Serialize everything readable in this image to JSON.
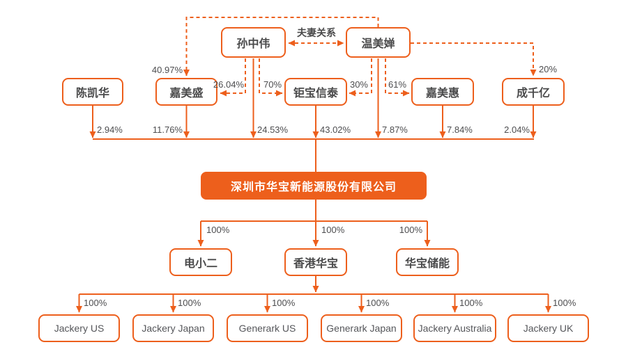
{
  "colors": {
    "accent": "#ED5F1C",
    "node_text": "#4A4A4B",
    "label_text": "#4D4D4F",
    "parent_text": "#FFFFFF"
  },
  "relationship": {
    "label": "夫妻关系"
  },
  "nodes": {
    "sun": "孙中伟",
    "wen": "温美婵",
    "chen": "陈凯华",
    "jiameisheng": "嘉美盛",
    "jubao": "钜宝信泰",
    "jiameihui": "嘉美惠",
    "chengqianyi": "成千亿",
    "parent": "深圳市华宝新能源股份有限公司",
    "dianxiaoer": "电小二",
    "hongkong": "香港华宝",
    "chuneng": "华宝储能",
    "jackery_us": "Jackery US",
    "jackery_japan": "Jackery Japan",
    "generark_us": "Generark US",
    "generark_japan": "Generark Japan",
    "jackery_australia": "Jackery Australia",
    "jackery_uk": "Jackery UK"
  },
  "ownership": {
    "wen_jiameisheng": "40.97%",
    "sun_jiameisheng": "26.04%",
    "sun_jubao": "70%",
    "wen_jubao": "30%",
    "wen_jiameihui": "61%",
    "wen_chengqianyi": "20%",
    "chen_parent": "2.94%",
    "jiameisheng_parent": "11.76%",
    "sun_parent": "24.53%",
    "jubao_parent": "43.02%",
    "wen_parent": "7.87%",
    "jiameihui_parent": "7.84%",
    "chengqianyi_parent": "2.04%",
    "parent_dianxiaoer": "100%",
    "parent_hongkong": "100%",
    "parent_chuneng": "100%",
    "hk_jackery_us": "100%",
    "hk_jackery_japan": "100%",
    "hk_generark_us": "100%",
    "hk_generark_japan": "100%",
    "hk_jackery_australia": "100%",
    "hk_jackery_uk": "100%"
  }
}
